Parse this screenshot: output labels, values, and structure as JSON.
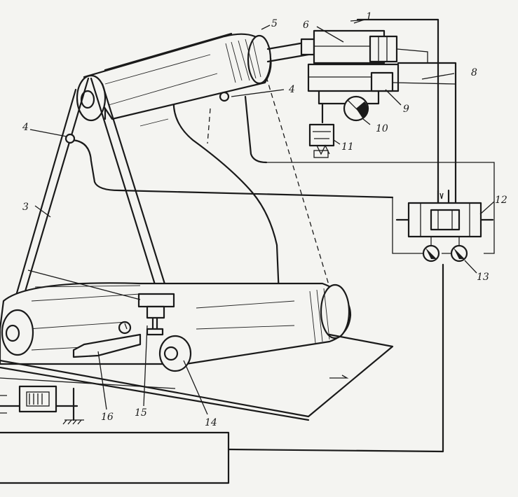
{
  "diagram": {
    "callouts": [
      {
        "id": "c1",
        "text": "1"
      },
      {
        "id": "c3",
        "text": "3"
      },
      {
        "id": "c4a",
        "text": "4"
      },
      {
        "id": "c4b",
        "text": "4"
      },
      {
        "id": "c5",
        "text": "5"
      },
      {
        "id": "c6",
        "text": "6"
      },
      {
        "id": "c8",
        "text": "8"
      },
      {
        "id": "c9",
        "text": "9"
      },
      {
        "id": "c10",
        "text": "10"
      },
      {
        "id": "c11",
        "text": "11"
      },
      {
        "id": "c12",
        "text": "12"
      },
      {
        "id": "c13",
        "text": "13"
      },
      {
        "id": "c14",
        "text": "14"
      },
      {
        "id": "c15",
        "text": "15"
      },
      {
        "id": "c16",
        "text": "16"
      }
    ]
  }
}
